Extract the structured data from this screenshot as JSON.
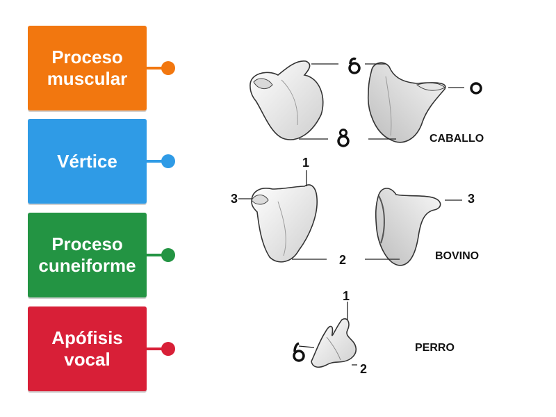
{
  "cards": [
    {
      "label": "Proceso\nmuscular",
      "color": "#f2770f"
    },
    {
      "label": "Vértice",
      "color": "#2f9be6"
    },
    {
      "label": "Proceso\ncuneiforme",
      "color": "#239443"
    },
    {
      "label": "Apófisis\nvocal",
      "color": "#d81f37"
    }
  ],
  "diagram": {
    "species": {
      "horse": "CABALLO",
      "bovine": "BOVINO",
      "dog": "PERRO"
    },
    "markers": {
      "one": "1",
      "two": "2",
      "three": "3"
    }
  }
}
